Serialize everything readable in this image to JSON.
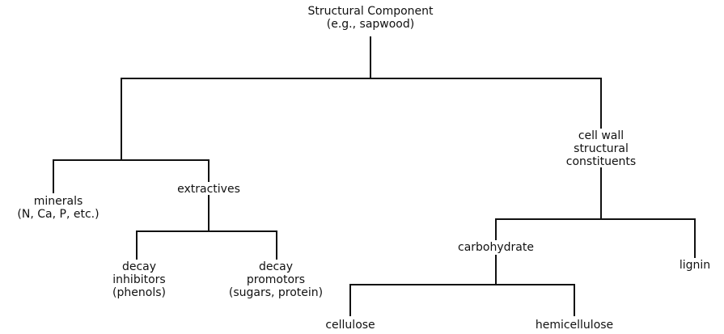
{
  "diagram": {
    "root": {
      "line1": "Structural Component",
      "line2": "(e.g., sapwood)"
    },
    "minerals": {
      "line1": "minerals",
      "line2": "(N, Ca, P, etc.)"
    },
    "extractives": {
      "label": "extractives"
    },
    "decay_inhibitors": {
      "line1": "decay",
      "line2": "inhibitors",
      "line3": "(phenols)"
    },
    "decay_promotors": {
      "line1": "decay",
      "line2": "promotors",
      "line3": "(sugars, protein)"
    },
    "cell_wall": {
      "line1": "cell wall",
      "line2": "structural",
      "line3": "constituents"
    },
    "carbohydrate": {
      "label": "carbohydrate"
    },
    "lignin": {
      "label": "lignin"
    },
    "cellulose": {
      "label": "cellulose"
    },
    "hemicellulose": {
      "label": "hemicellulose"
    }
  }
}
